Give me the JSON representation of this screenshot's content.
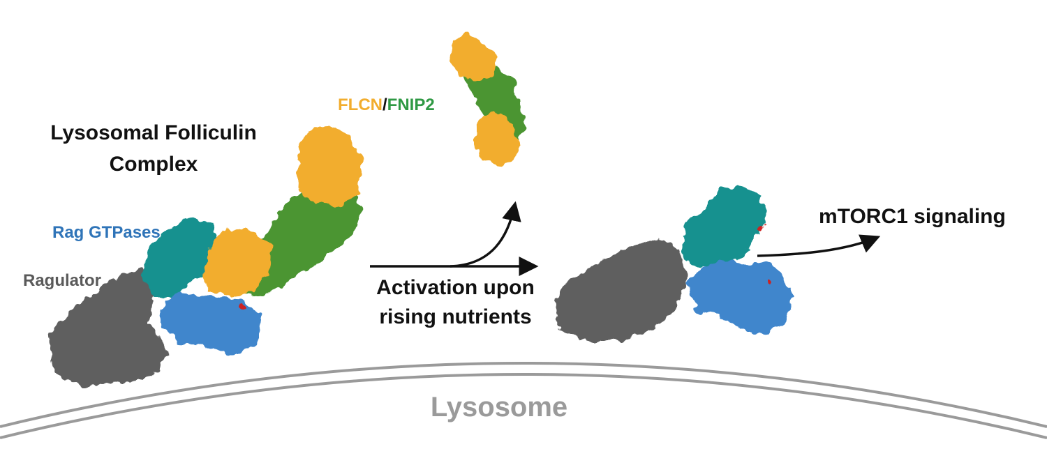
{
  "labels": {
    "complex_title_line1": "Lysosomal Folliculin",
    "complex_title_line2": "Complex",
    "rag_gtpases": "Rag GTPases",
    "ragulator": "Ragulator",
    "flcn": "FLCN",
    "slash": "/",
    "fnip2": "FNIP2",
    "activation_line1": "Activation upon",
    "activation_line2": "rising nutrients",
    "mtorc1": "mTORC1 signaling",
    "lysosome": "Lysosome"
  },
  "colors": {
    "ragulator": "#5a5a5a",
    "rag_teal": "#16918f",
    "rag_blue": "#3f86cc",
    "rag_label": "#2f74b8",
    "flcn": "#f2ad2e",
    "fnip2": "#3f8d2e",
    "fnip2_label": "#2f9944",
    "nucleotide": "#d11a1a",
    "membrane": "#9a9a9a",
    "lysosome_label": "#9a9a9a",
    "arrow": "#111111"
  }
}
